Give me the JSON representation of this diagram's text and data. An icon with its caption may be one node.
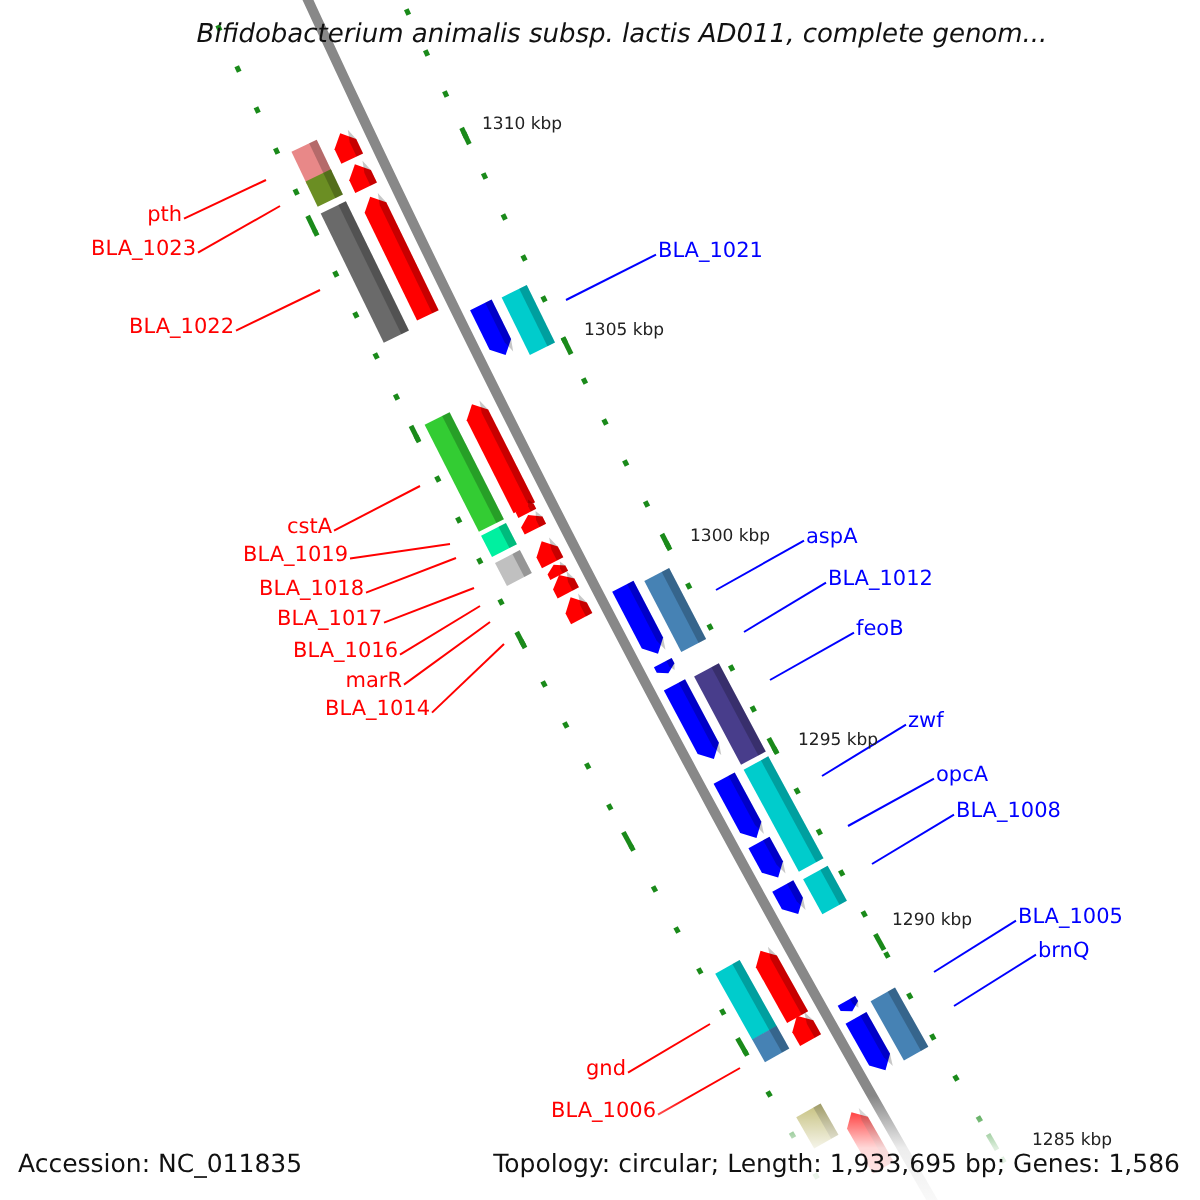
{
  "diagram": {
    "title": "Bifidobacterium animalis subsp. lactis AD011, complete genom...",
    "nodes": [
      {
        "text": [
          "pth"
        ]
      },
      {
        "text": [
          "BLA_1023"
        ]
      },
      {
        "text": [
          "BLA_1021"
        ]
      },
      {
        "text": [
          "BLA_1022"
        ]
      },
      {
        "text": [
          "cstA"
        ]
      },
      {
        "text": [
          "aspA"
        ]
      },
      {
        "text": [
          "BLA_1019"
        ]
      },
      {
        "text": [
          "BLA_1012"
        ]
      },
      {
        "text": [
          "BLA_1018"
        ]
      },
      {
        "text": [
          "BLA_1017"
        ]
      },
      {
        "text": [
          "feoB"
        ]
      },
      {
        "text": [
          "BLA_1016"
        ]
      },
      {
        "text": [
          "marR"
        ]
      },
      {
        "text": [
          "BLA_1014"
        ]
      },
      {
        "text": [
          "zwf"
        ]
      },
      {
        "text": [
          "opcA"
        ]
      },
      {
        "text": [
          "BLA_1008"
        ]
      },
      {
        "text": [
          "BLA_1005"
        ]
      },
      {
        "text": [
          "brnQ"
        ]
      },
      {
        "text": [
          "gnd"
        ]
      },
      {
        "text": [
          "BLA_1006"
        ]
      }
    ],
    "edges": [
      {
        "from": 0,
        "to": null,
        "arrow": "none"
      },
      {
        "from": 1,
        "to": null,
        "arrow": "none"
      },
      {
        "from": 2,
        "to": null,
        "arrow": "none",
        "color": "#0000ff"
      },
      {
        "from": 3,
        "to": null,
        "arrow": "none"
      },
      {
        "from": 4,
        "to": null,
        "arrow": "none"
      },
      {
        "from": 5,
        "to": null,
        "arrow": "none",
        "color": "#0000ff"
      },
      {
        "from": 6,
        "to": null,
        "arrow": "none"
      },
      {
        "from": 7,
        "to": null,
        "arrow": "none",
        "color": "#0000ff"
      },
      {
        "from": 8,
        "to": null,
        "arrow": "none"
      },
      {
        "from": 9,
        "to": null,
        "arrow": "none"
      },
      {
        "from": 10,
        "to": null,
        "arrow": "none",
        "color": "#0000ff"
      },
      {
        "from": 11,
        "to": null,
        "arrow": "none"
      },
      {
        "from": 12,
        "to": null,
        "arrow": "none"
      },
      {
        "from": 13,
        "to": null,
        "arrow": "none"
      },
      {
        "from": 14,
        "to": null,
        "arrow": "none",
        "color": "#0000ff"
      },
      {
        "from": 15,
        "to": null,
        "arrow": "none",
        "color": "#0000ff"
      },
      {
        "from": 16,
        "to": null,
        "arrow": "none",
        "color": "#0000ff"
      },
      {
        "from": 17,
        "to": null,
        "arrow": "none",
        "color": "#0000ff"
      },
      {
        "from": 18,
        "to": null,
        "arrow": "none",
        "color": "#0000ff"
      },
      {
        "from": 19,
        "to": null,
        "arrow": "none"
      },
      {
        "from": 20,
        "to": null,
        "arrow": "none"
      }
    ],
    "labels": [
      "1310 kbp",
      "1305 kbp",
      "1300 kbp",
      "1295 kbp",
      "1290 kbp",
      "1285 kbp",
      "Accession: NC_011835",
      "Topology: circular; Length: 1,933,695 bp; Genes: 1,586"
    ]
  }
}
